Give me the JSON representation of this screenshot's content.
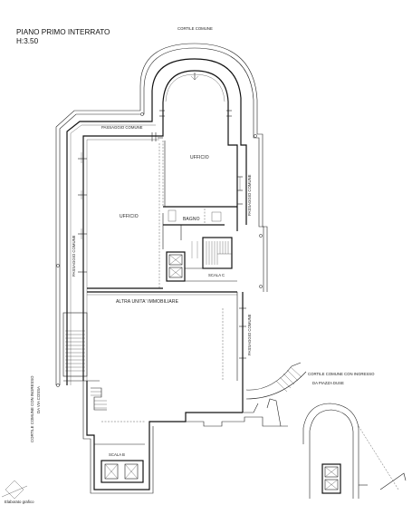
{
  "header": {
    "title": "PIANO PRIMO INTERRATO",
    "height": "H:3.50"
  },
  "labels": {
    "cortile_top": "CORTILE COMUNE",
    "passaggio_top": "PASSAGGIO COMUNE",
    "passaggio_left": "PASSAGGIO COMUNE",
    "passaggio_right_upper": "PASSAGGIO COMUNE",
    "passaggio_right_lower": "PASSAGGIO COMUNE",
    "ufficio_left": "UFFICIO",
    "ufficio_right": "UFFICIO",
    "bagno": "BAGNO",
    "scala_c": "SCALA C",
    "scala_b": "SCALA B",
    "altra_unita": "ALTRA UNITA' IMMOBILIARE",
    "cortile_left_1": "CORTILE COMUNE CON INGRESSO",
    "cortile_left_2": "DA VIA COSSA",
    "cortile_right_1": "CORTILE COMUNE CON INGRESSO",
    "cortile_right_2": "DA PIAZZA DUSE",
    "corner_note": "Elaborato grafico"
  }
}
